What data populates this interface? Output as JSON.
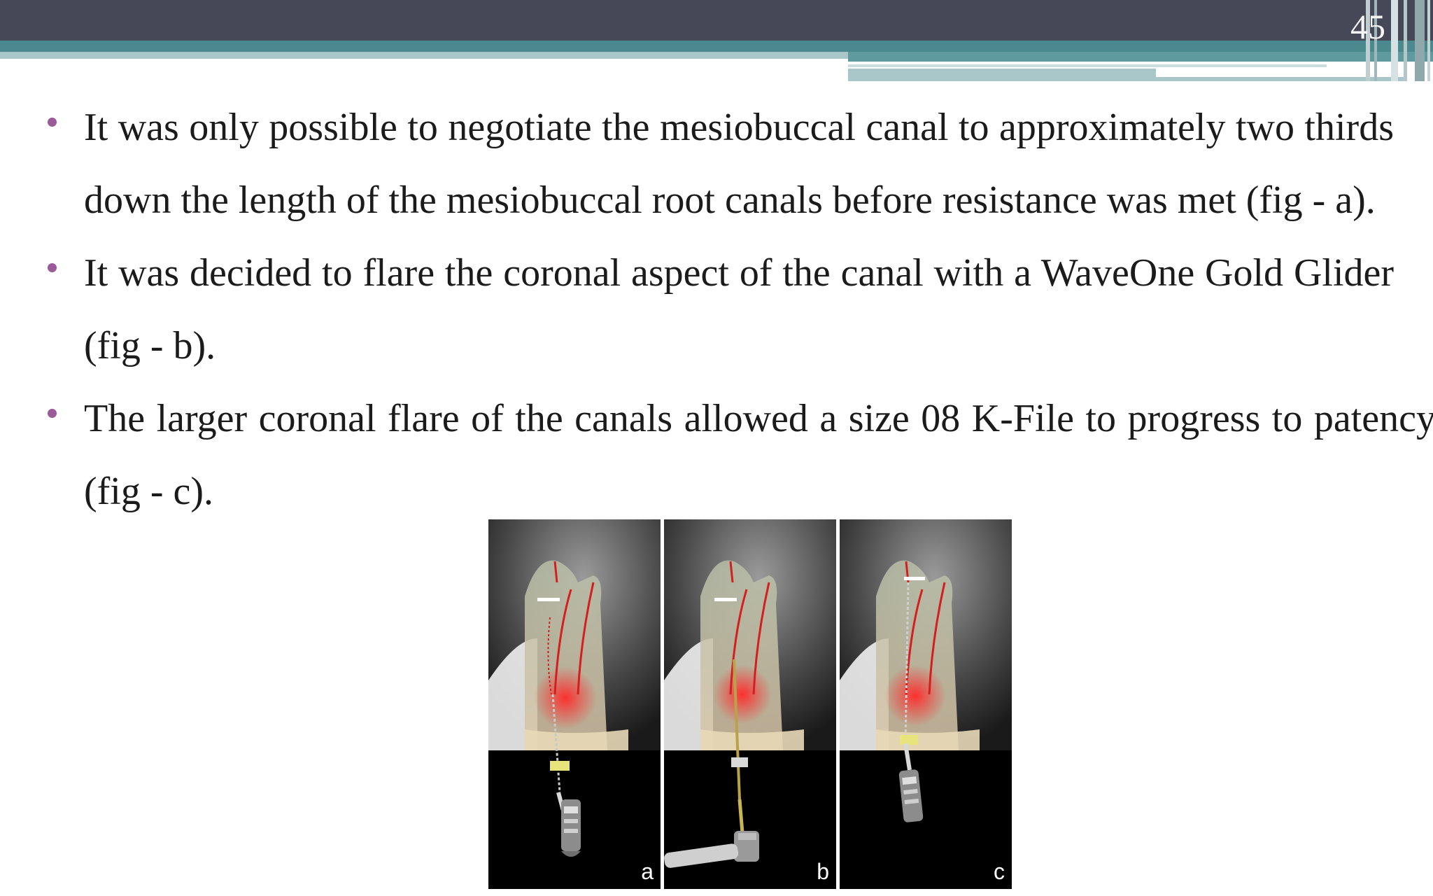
{
  "slide": {
    "number": "45"
  },
  "bullets": [
    "It was only possible to negotiate the mesiobuccal canal to approximately two thirds down the length of the mesiobuccal root canals before resistance was met (fig - a).",
    "It was decided to flare the coronal aspect of the canal with a WaveOne Gold Glider (fig - b).",
    "The larger coronal flare of the canals allowed a size 08 K-File to progress to patency (fig - c)."
  ],
  "figure": {
    "panels": [
      {
        "label": "a"
      },
      {
        "label": "b"
      },
      {
        "label": "c"
      }
    ]
  },
  "colors": {
    "banner_dark": "#464857",
    "banner_teal": "#4a8a8e",
    "bullet": "#9b5b9b"
  }
}
